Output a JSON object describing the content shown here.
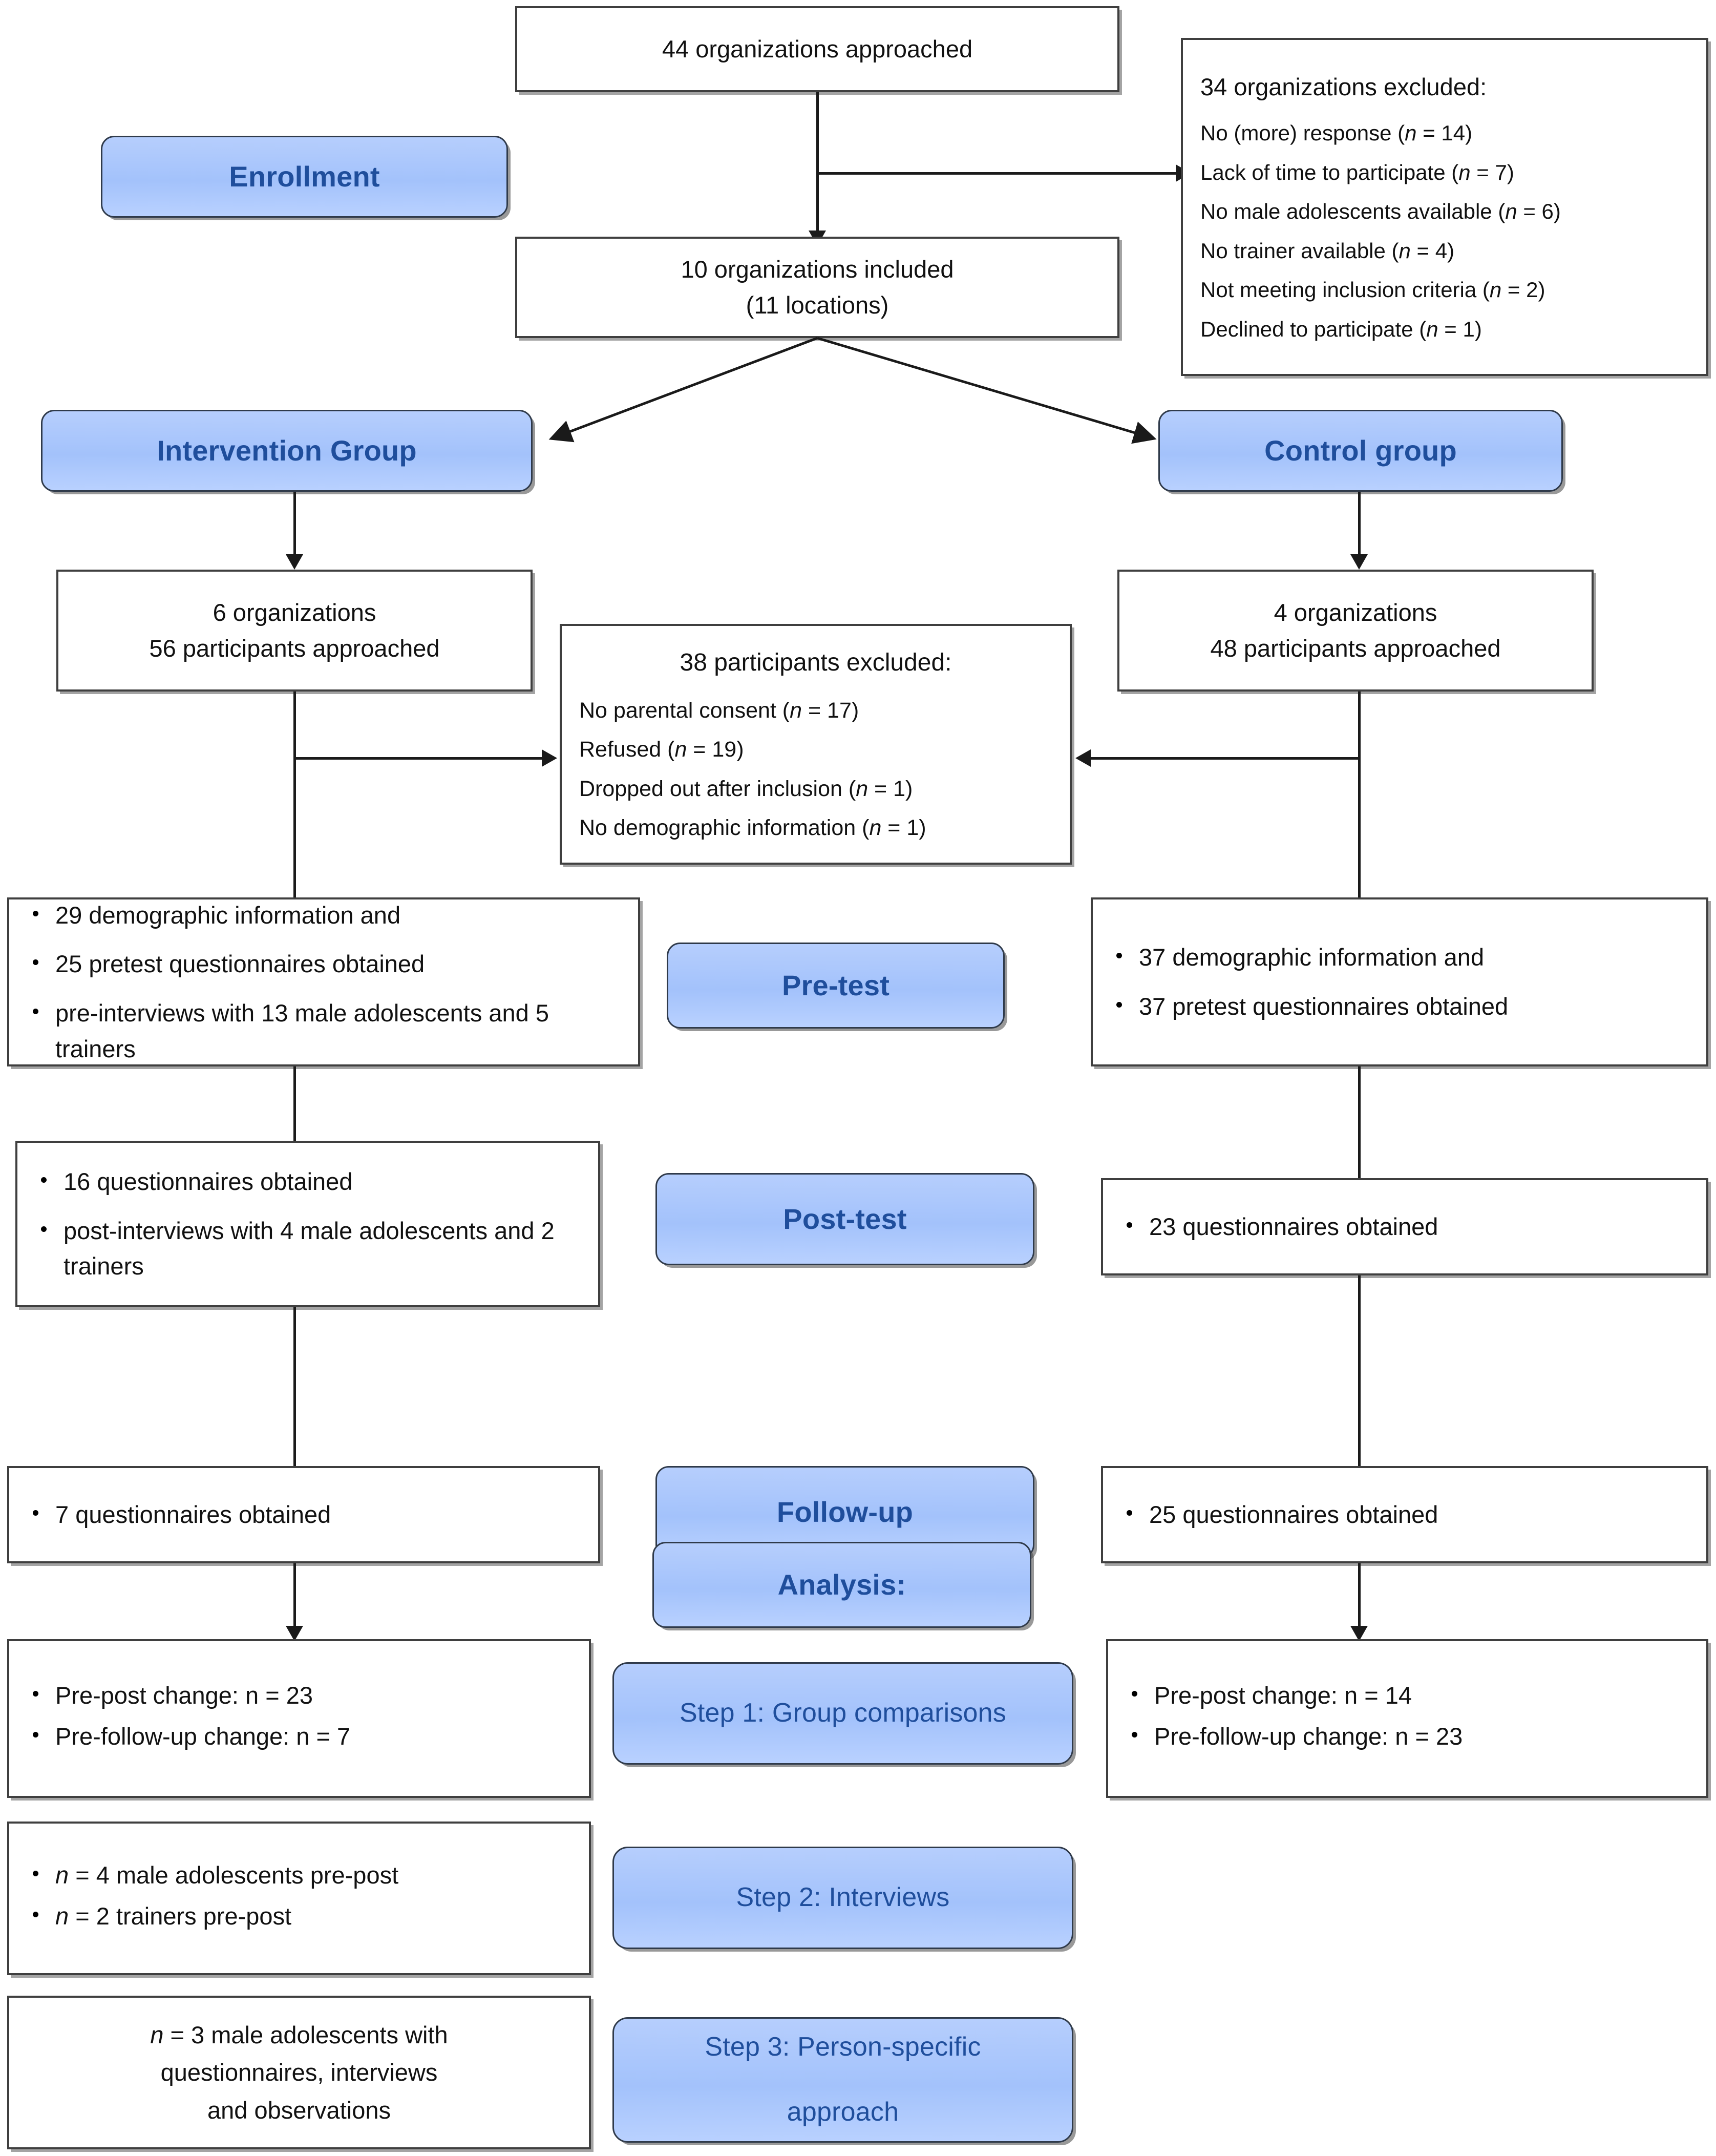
{
  "stages": {
    "enrollment": "Enrollment",
    "intervention_group": "Intervention Group",
    "control_group": "Control group",
    "pre_test": "Pre-test",
    "post_test": "Post-test",
    "follow_up": "Follow-up",
    "analysis": "Analysis:",
    "step1": "Step 1: Group comparisons",
    "step2": "Step 2: Interviews",
    "step3_line1": "Step 3: Person-specific",
    "step3_line2": "approach"
  },
  "enrollment": {
    "approached": "44 organizations approached",
    "included_line1": "10 organizations included",
    "included_line2": "(11 locations)",
    "excluded_title": "34 organizations excluded:",
    "excluded_reasons": [
      "No (more) response (n =  14)",
      "Lack of time to participate (n = 7)",
      "No male adolescents available (n = 6)",
      "No trainer available (n = 4)",
      "Not meeting inclusion criteria (n = 2)",
      "Declined to participate (n = 1)"
    ]
  },
  "allocation": {
    "intervention_line1": "6 organizations",
    "intervention_line2": "56 participants approached",
    "control_line1": "4 organizations",
    "control_line2": "48 participants approached",
    "participants_excluded_title": "38 participants excluded:",
    "participants_excluded_reasons": [
      "No parental consent (n = 17)",
      "Refused (n = 19)",
      "Dropped out after inclusion (n = 1)",
      "No demographic information (n  = 1)"
    ]
  },
  "pre_test": {
    "intervention": [
      "29 demographic information and",
      "25 pretest questionnaires obtained",
      "pre-interviews with 13 male adolescents and 5 trainers"
    ],
    "control": [
      "37 demographic information and",
      "37 pretest questionnaires obtained"
    ]
  },
  "post_test": {
    "intervention": [
      "16 questionnaires obtained",
      "post-interviews with 4 male adolescents and 2 trainers"
    ],
    "control": [
      "23 questionnaires obtained"
    ]
  },
  "follow_up": {
    "intervention": [
      "7 questionnaires obtained"
    ],
    "control": [
      "25 questionnaires obtained"
    ]
  },
  "analysis": {
    "step1_intervention": [
      "Pre-post change: n = 23",
      "Pre-follow-up change: n = 7"
    ],
    "step1_control": [
      "Pre-post change: n = 14",
      "Pre-follow-up change: n = 23"
    ],
    "step2_intervention": [
      "n = 4 male adolescents pre-post",
      "n = 2 trainers pre-post"
    ],
    "step3_intervention_line1": "n = 3 male adolescents with",
    "step3_intervention_line2": "questionnaires, interviews",
    "step3_intervention_line3": "and observations"
  },
  "colors": {
    "stage_fill": "#A9C8FC",
    "stage_text": "#1F4E9C",
    "box_border": "#3F3F3F",
    "connector": "#1A1A1A"
  }
}
